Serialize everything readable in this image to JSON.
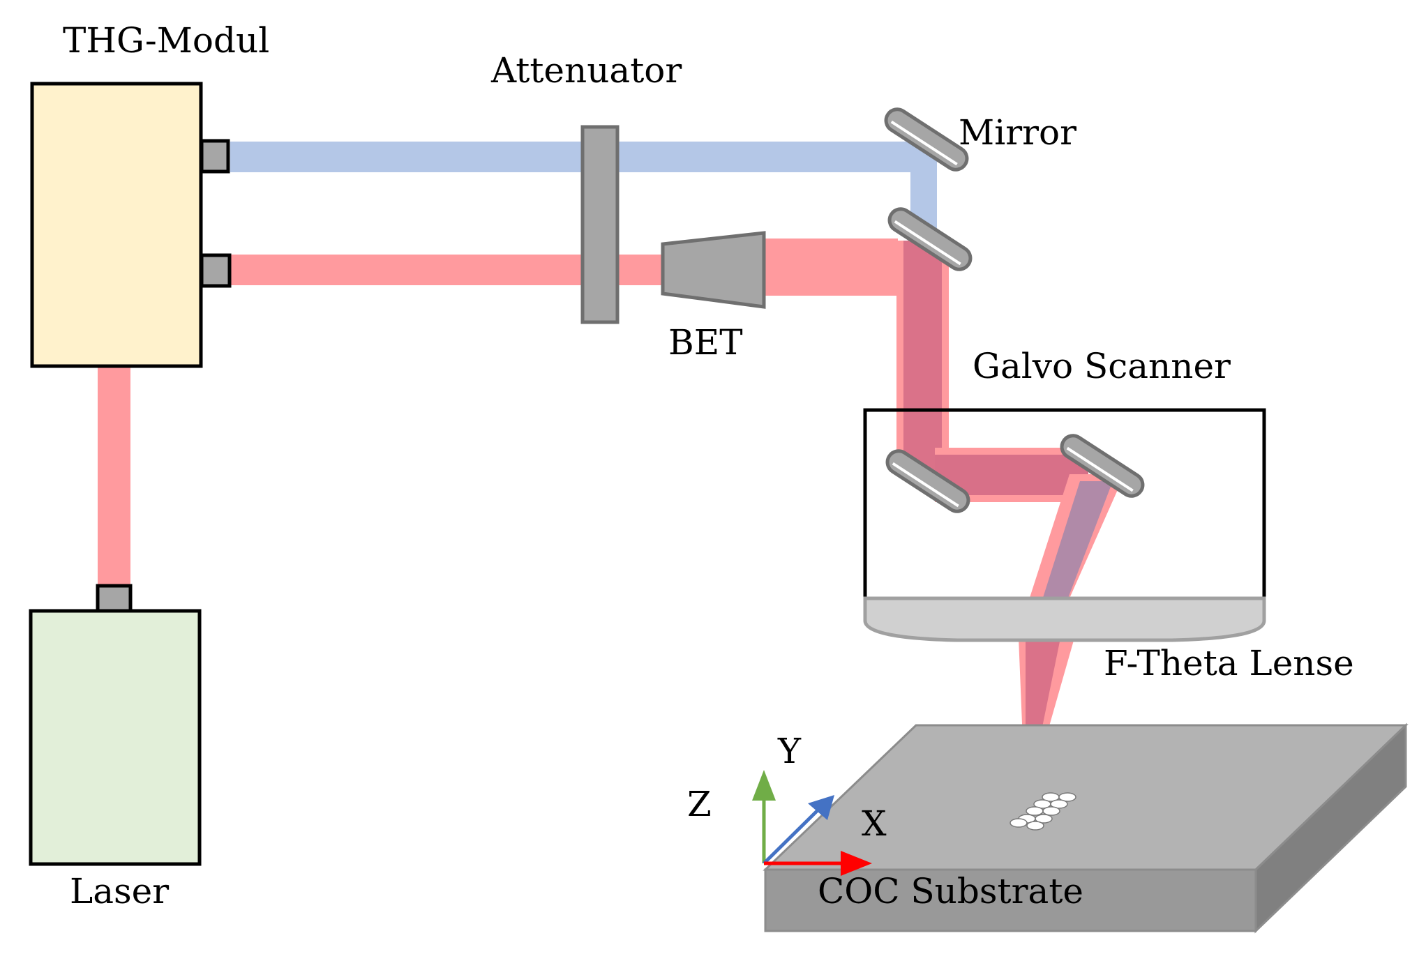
{
  "labels": {
    "thg_modul": "THG-Modul",
    "attenuator": "Attenuator",
    "mirror": "Mirror",
    "bet": "BET",
    "galvo_scanner": "Galvo Scanner",
    "f_theta_lense": "F-Theta Lense",
    "laser": "Laser",
    "coc_substrate": "COC Substrate",
    "axis_x": "X",
    "axis_y": "Y",
    "axis_z": "Z"
  },
  "colors": {
    "thg_module_fill": "#fff2cc",
    "laser_fill": "#e2efd9",
    "ir_beam": "#ff9a9e",
    "uv_beam": "#b4c7e7",
    "optic_gray": "#a6a6a6",
    "optic_edge": "#6f6f6f",
    "substrate_top": "#b3b3b3",
    "substrate_front": "#999999",
    "substrate_side": "#808080",
    "axis_x": "#ff0000",
    "axis_y": "#4472c4",
    "axis_z": "#70ad47"
  }
}
